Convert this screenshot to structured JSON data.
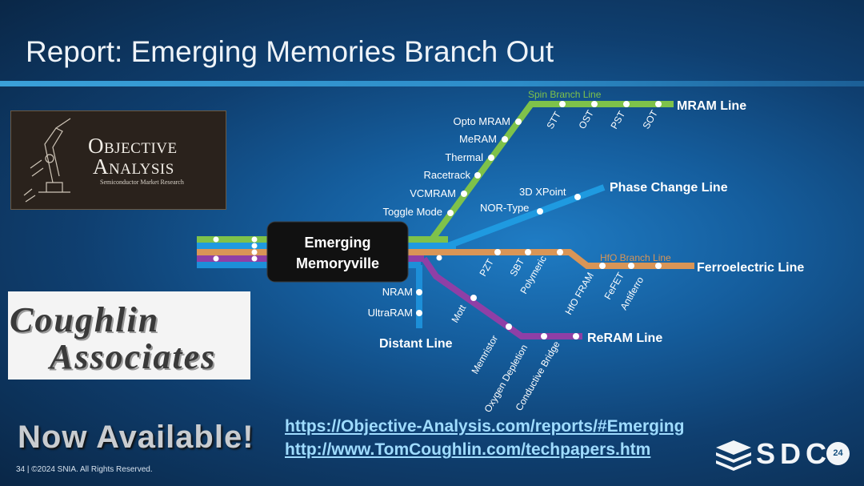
{
  "slide": {
    "title": "Report: Emerging Memories Branch Out",
    "footer": "34 | ©2024 SNIA. All Rights Reserved.",
    "now_available": "Now Available!",
    "links": [
      "https://Objective-Analysis.com/reports/#Emerging",
      "http://www.TomCoughlin.com/techpapers.htm"
    ]
  },
  "logos": {
    "objective_analysis": {
      "line1": "Objective",
      "line2": "Analysis",
      "line3": "Semiconductor Market Research"
    },
    "coughlin": {
      "line1": "Coughlin",
      "line2": "Associates"
    },
    "sdc": {
      "text": "SDC",
      "year": "24"
    }
  },
  "colors": {
    "mram": "#7ec24a",
    "phase": "#1f9ae0",
    "ferro": "#d99556",
    "reram": "#8f3fa6",
    "distant": "#1d8fd8",
    "hub": "#111111"
  },
  "map": {
    "hub": {
      "line1": "Emerging",
      "line2": "Memoryville"
    },
    "lines": {
      "mram": "MRAM Line",
      "spin_branch": "Spin Branch Line",
      "phase": "Phase Change Line",
      "ferro": "Ferroelectric Line",
      "hfo_branch": "HfO Branch Line",
      "reram": "ReRAM Line",
      "distant": "Distant Line"
    },
    "mram_stations": [
      "Opto MRAM",
      "MeRAM",
      "Thermal",
      "Racetrack",
      "VCMRAM",
      "Toggle Mode"
    ],
    "spin_stations": [
      "STT",
      "OST",
      "PST",
      "SOT"
    ],
    "phase_stations": [
      "3D XPoint",
      "NOR-Type"
    ],
    "ferro_stations": [
      "PZT",
      "SBT",
      "Polymeric"
    ],
    "hfo_stations": [
      "HfO FRAM",
      "FeFET",
      "Antiferro"
    ],
    "reram_stations": [
      "Mott",
      "Memristor",
      "Oxygen Depletion",
      "Conductive Bridge"
    ],
    "distant_stations": [
      "NRAM",
      "UltraRAM"
    ]
  }
}
